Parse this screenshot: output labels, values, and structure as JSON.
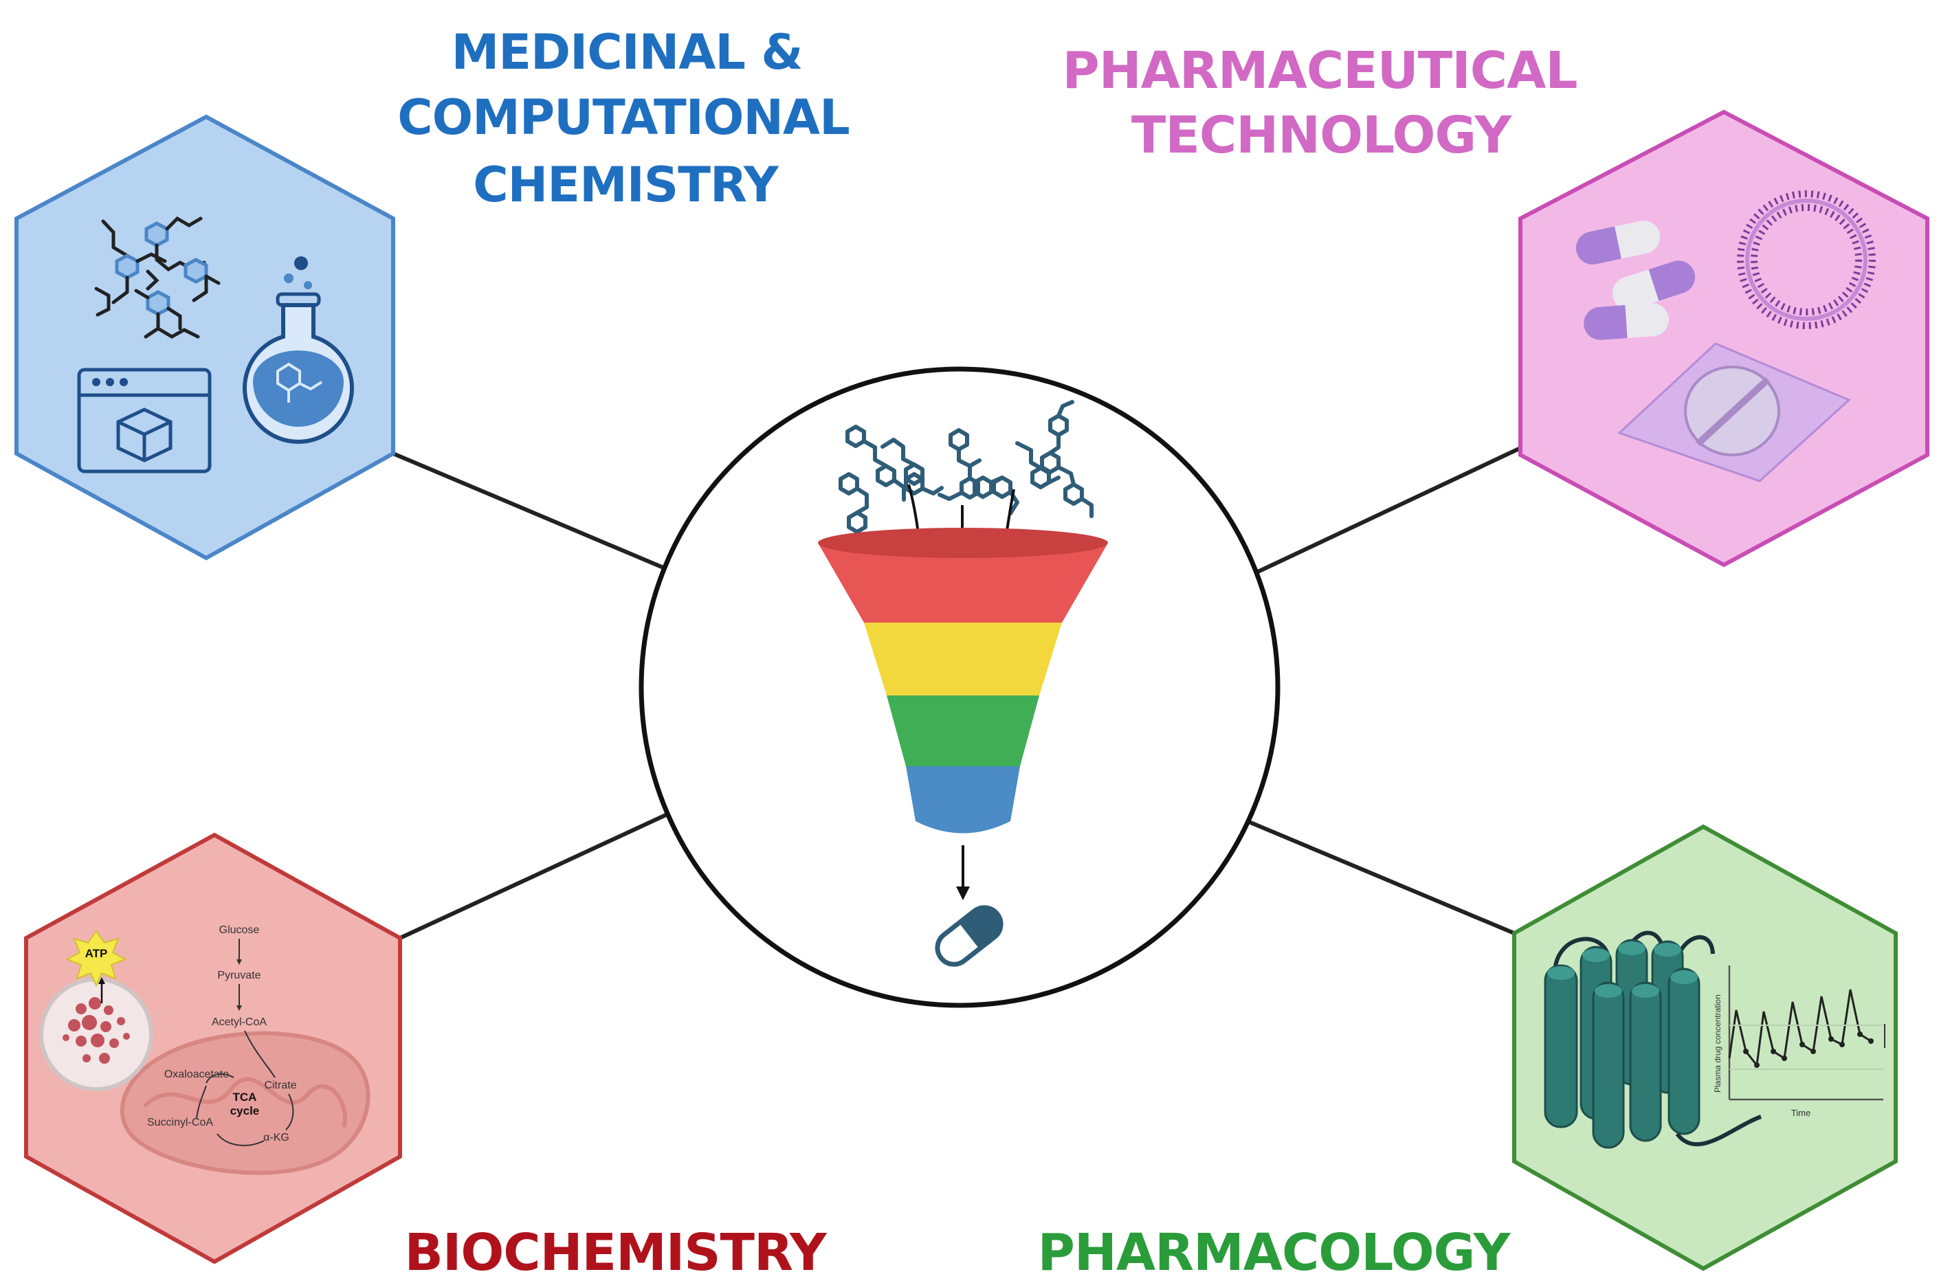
{
  "sections": {
    "medicinal": {
      "title_lines": [
        "MEDICINAL &",
        "COMPUTATIONAL",
        "CHEMISTRY"
      ],
      "color": "#1f6fc1"
    },
    "pharmtech": {
      "title_lines": [
        "PHARMACEUTICAL",
        "TECHNOLOGY"
      ],
      "color": "#d269c5"
    },
    "biochem": {
      "title_lines": [
        "BIOCHEMISTRY"
      ],
      "color": "#b0121b"
    },
    "pharmacology": {
      "title_lines": [
        "PHARMACOLOGY"
      ],
      "color": "#2a9c3a"
    }
  },
  "biochem_panel": {
    "atp": "ATP",
    "glucose": "Glucose",
    "pyruvate": "Pyruvate",
    "acetyl": "Acetyl-CoA",
    "oxaloacetate": "Oxaloacetate",
    "citrate": "Citrate",
    "tca1": "TCA",
    "tca2": "cycle",
    "succinyl": "Succinyl-CoA",
    "akg": "α-KG"
  },
  "pharmacology_panel": {
    "ylabel": "Plasma drug concentration",
    "xlabel": "Time"
  },
  "funnel_colors": [
    "#e85555",
    "#f2d83c",
    "#3fae55",
    "#4b8bc6"
  ]
}
